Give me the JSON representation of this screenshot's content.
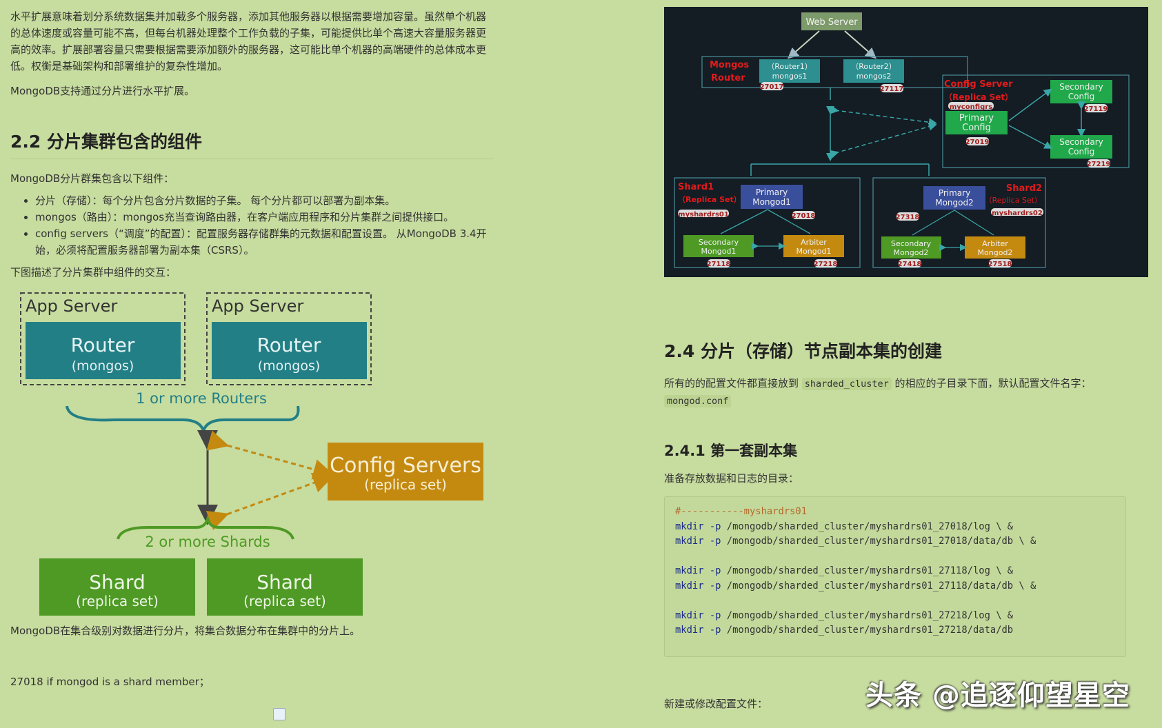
{
  "left": {
    "intro": "水平扩展意味着划分系统数据集并加载多个服务器，添加其他服务器以根据需要增加容量。虽然单个机器的总体速度或容量可能不高，但每台机器处理整个工作负载的子集，可能提供比单个高速大容量服务器更高的效率。扩展部署容量只需要根据需要添加额外的服务器，这可能比单个机器的高端硬件的总体成本更低。权衡是基础架构和部署维护的复杂性增加。",
    "p2": "MongoDB支持通过分片进行水平扩展。",
    "heading": "2.2 分片集群包含的组件",
    "p3": "MongoDB分片群集包含以下组件：",
    "list": [
      "分片（存储）：每个分片包含分片数据的子集。 每个分片都可以部署为副本集。",
      "mongos（路由）：mongos充当查询路由器，在客户端应用程序和分片集群之间提供接口。",
      "config servers（“调度”的配置）：配置服务器存储群集的元数据和配置设置。 从MongoDB 3.4开始，必须将配置服务器部署为副本集（CSRS）。"
    ],
    "p4": "下图描述了分片集群中组件的交互：",
    "diagram": {
      "app_server": "App Server",
      "router": "Router",
      "mongos": "(mongos)",
      "routers_label": "1 or more Routers",
      "config_title": "Config Servers",
      "config_sub": "(replica set)",
      "shards_label": "2 or more Shards",
      "shard": "Shard",
      "shard_sub": "(replica set)"
    },
    "p5": "MongoDB在集合级别对数据进行分片，将集合数据分布在集群中的分片上。",
    "p6": "27018 if mongod is a shard member；"
  },
  "right": {
    "diagram": {
      "web_server": "Web Server",
      "mongos_l1": "Mongos",
      "mongos_l2": "Router",
      "router1_l1": "（Router1）",
      "router1_l2": "mongos1",
      "router2_l1": "（Router2）",
      "router2_l2": "mongos2",
      "port_27017": "27017",
      "port_27117": "27117",
      "config_title": "Config Server",
      "config_rs": "（Replica Set）",
      "config_name": "myconfigrs",
      "primary": "Primary",
      "config": "Config",
      "secondary": "Secondary",
      "port_27019": "27019",
      "port_27119": "27119",
      "port_27219": "27219",
      "shard1": "Shard1",
      "shard2": "Shard2",
      "replica_set": "（Replica Set）",
      "myshardrs01": "myshardrs01",
      "myshardrs02": "myshardrs02",
      "mongod1": "Mongod1",
      "mongod2": "Mongod2",
      "arbiter": "Arbiter",
      "port_27018": "27018",
      "port_27118": "27118",
      "port_27218": "27218",
      "port_27318": "27318",
      "port_27418": "27418",
      "port_27518": "27518"
    },
    "heading": "2.4 分片（存储）节点副本集的创建",
    "p7_a": "所有的的配置文件都直接放到",
    "p7_code1": "sharded_cluster",
    "p7_b": "的相应的子目录下面，默认配置文件名字：",
    "p7_code2": "mongod.conf",
    "subheading": "2.4.1 第一套副本集",
    "p8": "准备存放数据和日志的目录：",
    "code": {
      "comment": "#-----------myshardrs01",
      "cmd": "mkdir",
      "flag": "-p",
      "lines": [
        " /mongodb/sharded_cluster/myshardrs01_27018/log \\ &",
        " /mongodb/sharded_cluster/myshardrs01_27018/data/db \\ &",
        "",
        " /mongodb/sharded_cluster/myshardrs01_27118/log \\ &",
        " /mongodb/sharded_cluster/myshardrs01_27118/data/db \\ &",
        "",
        " /mongodb/sharded_cluster/myshardrs01_27218/log \\ &",
        " /mongodb/sharded_cluster/myshardrs01_27218/data/db"
      ]
    },
    "p9": "新建或修改配置文件："
  },
  "watermark": "头条 @追逐仰望星空"
}
